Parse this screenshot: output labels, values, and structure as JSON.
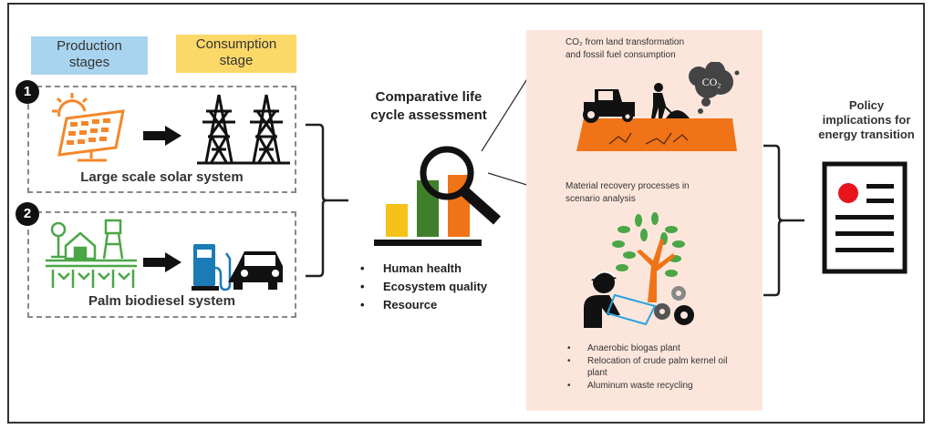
{
  "stage_headers": {
    "production": "Production stages",
    "production_line1": "Production",
    "production_line2": "stages",
    "consumption_line1": "Consumption",
    "consumption_line2": "stage"
  },
  "systems": [
    {
      "number": "1",
      "name": "Large scale solar system",
      "production_icon": "solar-panel-icon",
      "consumption_icon": "power-tower-icon"
    },
    {
      "number": "2",
      "name": "Palm biodiesel system",
      "production_icon": "farm-icon",
      "consumption_icon": "fuel-pump-car-icon"
    }
  ],
  "lca": {
    "title_line1": "Comparative life",
    "title_line2": "cycle assessment",
    "categories": [
      "Human health",
      "Ecosystem quality",
      "Resource"
    ]
  },
  "analysis_panel": {
    "co2_line1": "CO₂ from land transformation",
    "co2_line2": "and fossil fuel consumption",
    "co2_cloud_label": "CO₂",
    "recovery_line1": "Material recovery processes in",
    "recovery_line2": "scenario analysis",
    "scenarios": [
      "Anaerobic biogas plant",
      "Relocation of crude palm kernel oil plant",
      "Aluminum waste recycling"
    ]
  },
  "policy": {
    "line1": "Policy",
    "line2": "implications for",
    "line3": "energy transition"
  },
  "colors": {
    "production_bg": "#a9d4ef",
    "consumption_bg": "#fbd868",
    "panel_bg": "#fce6dc",
    "solar_orange": "#f5872a",
    "farm_green": "#4aa646",
    "pump_blue": "#1a7bb5",
    "bar_yellow": "#f6c21a",
    "bar_green": "#3f7f2c",
    "bar_orange": "#f07318",
    "policy_dot": "#e8141b"
  }
}
